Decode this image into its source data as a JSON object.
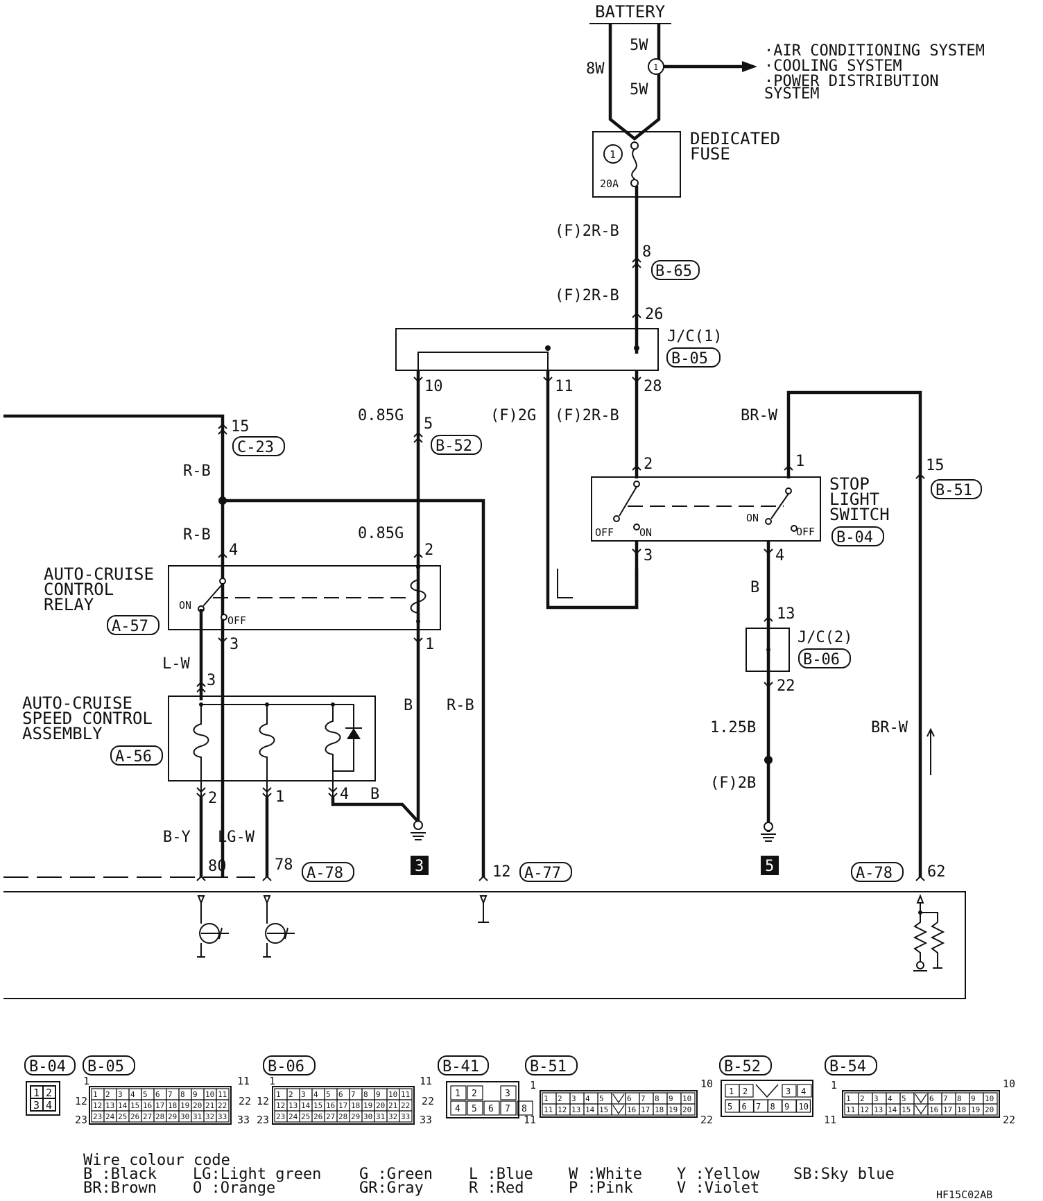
{
  "supply": {
    "battery": "BATTERY",
    "wire_8w": "8W",
    "wire_5w_top": "5W",
    "wire_5w_bottom": "5W",
    "node_1": "1",
    "destinations": [
      "·AIR CONDITIONING SYSTEM",
      "·COOLING SYSTEM",
      "·POWER DISTRIBUTION",
      " SYSTEM"
    ],
    "fuse_title": [
      "DEDICATED",
      "FUSE"
    ],
    "fuse_no": "1",
    "fuse_rating": "20A"
  },
  "wires": {
    "f_2r_b_1": "(F)2R-B",
    "f_2r_b_2": "(F)2R-B",
    "f_2r_b_3": "(F)2R-B",
    "f_2g": "(F)2G",
    "g085_1": "0.85G",
    "g085_2": "0.85G",
    "rb_1": "R-B",
    "rb_2": "R-B",
    "rb_3": "R-B",
    "lw": "L-W",
    "b_1": "B",
    "b_2": "B",
    "b_3": "B",
    "by": "B-Y",
    "lgw": "LG-W",
    "brw_1": "BR-W",
    "brw_2": "BR-W",
    "b125": "1.25B",
    "f_2b": "(F)2B"
  },
  "pins": {
    "p8": "8",
    "p26": "26",
    "p10": "10",
    "p11": "11",
    "p28": "28",
    "p15a": "15",
    "p5": "5",
    "p4a": "4",
    "p2a": "2",
    "p3a": "3",
    "p1a": "1",
    "p3b": "3",
    "p2b": "2",
    "p1b": "1",
    "p4b": "4",
    "p2c": "2",
    "p3c": "3",
    "p1c": "1",
    "p4c": "4",
    "p13": "13",
    "p22": "22",
    "p15b": "15",
    "p80": "80",
    "p78": "78",
    "p12": "12",
    "p62": "62"
  },
  "connectors": {
    "b65": "B-65",
    "b05": "B-05",
    "c23": "C-23",
    "b52": "B-52",
    "a57": "A-57",
    "a56": "A-56",
    "b04": "B-04",
    "b06": "B-06",
    "b51": "B-51",
    "a78a": "A-78",
    "a77": "A-77",
    "a78b": "A-78"
  },
  "components": {
    "jc1": "J/C(1)",
    "jc2": "J/C(2)",
    "relay": [
      "AUTO-CRUISE",
      "CONTROL",
      "RELAY"
    ],
    "assembly": [
      "AUTO-CRUISE",
      "SPEED CONTROL",
      "ASSEMBLY"
    ],
    "stop_switch": [
      "STOP",
      "LIGHT",
      "SWITCH"
    ],
    "on_1": "ON",
    "off_1": "OFF",
    "on_2": "ON",
    "off_2": "OFF",
    "off_3": "OFF",
    "on_3": "ON"
  },
  "grounds": {
    "g3": "3",
    "g5": "5"
  },
  "connector_views": [
    {
      "label": "B-04",
      "cells": [
        "1",
        "2",
        "3",
        "4"
      ]
    },
    {
      "label": "B-05",
      "left_top": "1",
      "left_mid": "12",
      "left_bot": "23",
      "right_top": "11",
      "right_mid": "22",
      "right_bot": "33"
    },
    {
      "label": "B-06",
      "left_top": "1",
      "left_mid": "12",
      "left_bot": "23",
      "right_top": "11",
      "right_mid": "22",
      "right_bot": "33"
    },
    {
      "label": "B-41",
      "cells": [
        "1",
        "2",
        "3",
        "4",
        "5",
        "6",
        "7",
        "8"
      ]
    },
    {
      "label": "B-51",
      "left_top": "1",
      "left_bot": "11",
      "right_top": "10",
      "right_bot": "22"
    },
    {
      "label": "B-52",
      "cells": [
        "1",
        "2",
        "3",
        "4",
        "5",
        "6",
        "7",
        "8",
        "9",
        "10"
      ]
    },
    {
      "label": "B-54",
      "left_top": "1",
      "left_bot": "11",
      "right_top": "10",
      "right_bot": "22"
    }
  ],
  "legend": {
    "title": "Wire colour code",
    "rows": [
      [
        "B :Black",
        "LG:Light green",
        "G :Green",
        "L :Blue",
        "W :White",
        "Y :Yellow",
        "SB:Sky blue"
      ],
      [
        "BR:Brown",
        "O :Orange",
        "GR:Gray",
        "R :Red",
        "P :Pink",
        "V :Violet",
        ""
      ]
    ]
  },
  "code": "HF15C02AB"
}
